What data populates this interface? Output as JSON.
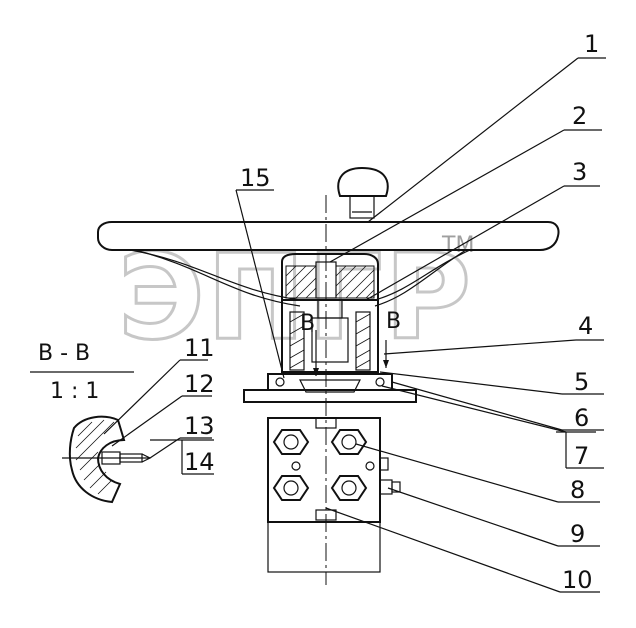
{
  "callouts": [
    "1",
    "2",
    "3",
    "4",
    "5",
    "6",
    "7",
    "8",
    "9",
    "10",
    "11",
    "12",
    "13",
    "14",
    "15"
  ],
  "section": {
    "label": "B - B",
    "scale": "1 : 1",
    "marker_left": "B",
    "marker_right": "B"
  },
  "watermark": {
    "text": "ЭПГР",
    "tm": "TM"
  },
  "colors": {
    "ink": "#111111",
    "watermark": "#9a9a9a",
    "background": "#ffffff"
  }
}
